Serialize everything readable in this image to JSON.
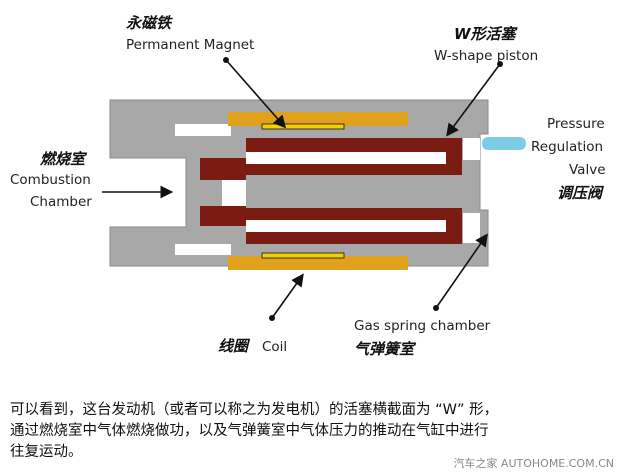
{
  "labels": {
    "permanent_magnet_cn": "永磁铁",
    "permanent_magnet_en": "Permanent Magnet",
    "w_piston_cn": "W形活塞",
    "w_piston_en": "W-shape piston",
    "combustion_cn": "燃烧室",
    "combustion_en_1": "Combustion",
    "combustion_en_2": "Chamber",
    "valve_en_1": "Pressure",
    "valve_en_2": "Regulation",
    "valve_en_3": "Valve",
    "valve_cn": "调压阀",
    "coil_cn": "线圈",
    "coil_en": "Coil",
    "gas_spring_en": "Gas spring chamber",
    "gas_spring_cn": "气弹簧室"
  },
  "caption": {
    "line1": "可以看到，这台发动机（或者可以称之为发电机）的活塞横截面为 “W” 形，",
    "line2": "通过燃烧室中气体燃烧做功，以及气弹簧室中气体压力的推动在气缸中进行",
    "line3": "往复运动。"
  },
  "watermark": "汽车之家  AUTOHOME.COM.CN",
  "colors": {
    "housing": "#a8a8a8",
    "piston": "#7a1c12",
    "magnet": "#e0a21c",
    "magnet_inner": "#f5d000",
    "valve": "#7ecbe6",
    "arrow": "#111111"
  }
}
